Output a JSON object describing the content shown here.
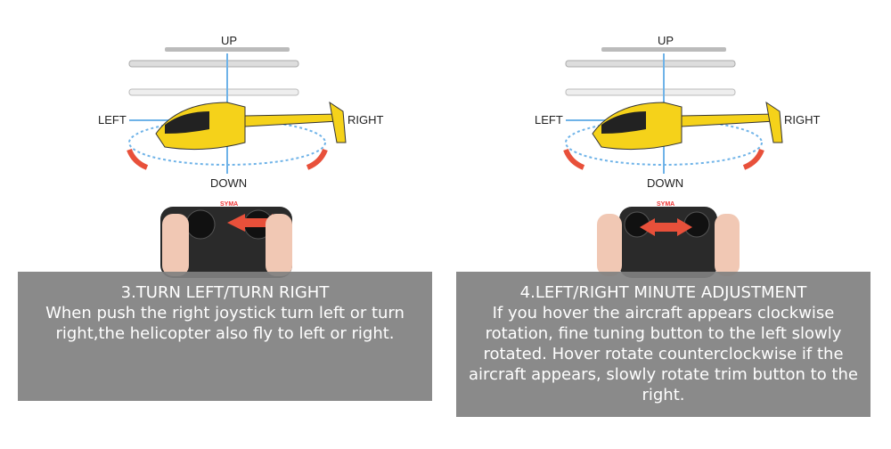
{
  "panels": [
    {
      "labels": {
        "up": "UP",
        "left": "LEFT",
        "right": "RIGHT",
        "down": "DOWN"
      },
      "caption": {
        "title": "3.TURN LEFT/TURN RIGHT",
        "body": "When push the right joystick turn left or turn right,the helicopter also fly to left or right."
      },
      "brand": "SYMA"
    },
    {
      "labels": {
        "up": "UP",
        "left": "LEFT",
        "right": "RIGHT",
        "down": "DOWN"
      },
      "caption": {
        "title": "4.LEFT/RIGHT MINUTE ADJUSTMENT",
        "body": "If you hover the aircraft appears clockwise rotation, fine tuning button to the left slowly rotated. Hover rotate counterclockwise if the aircraft appears, slowly rotate trim button to the right."
      },
      "brand": "SYMA"
    }
  ],
  "colors": {
    "helicopter": "#f5d21a",
    "arrow": "#e8503a",
    "axis": "#6fb3e8",
    "caption_bg": "#808080"
  }
}
